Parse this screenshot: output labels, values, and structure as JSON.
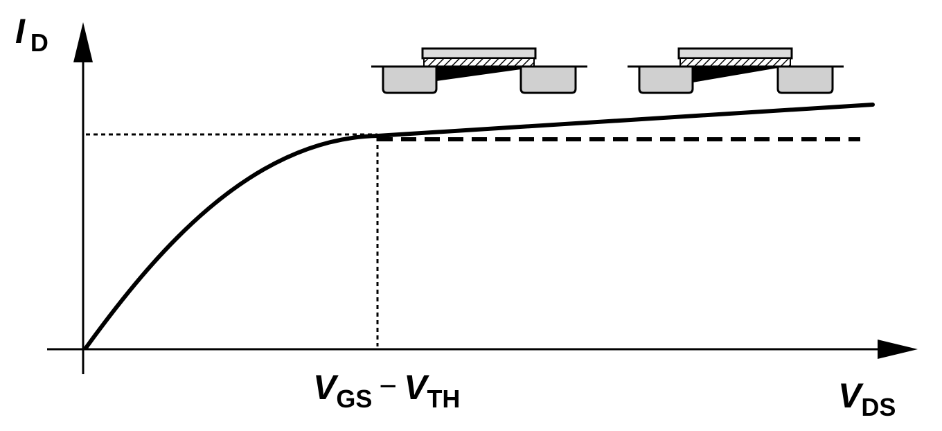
{
  "axes": {
    "y": {
      "symbol": "I",
      "subscript": "D"
    },
    "x": {
      "symbol": "V",
      "subscript": "DS"
    }
  },
  "marker": {
    "term1": {
      "symbol": "V",
      "subscript": "GS"
    },
    "operator": "−",
    "term2": {
      "symbol": "V",
      "subscript": "TH"
    }
  },
  "colors": {
    "ink": "#000000",
    "diffusion": "#d0d0d0",
    "gate": "#dcdcdc"
  }
}
